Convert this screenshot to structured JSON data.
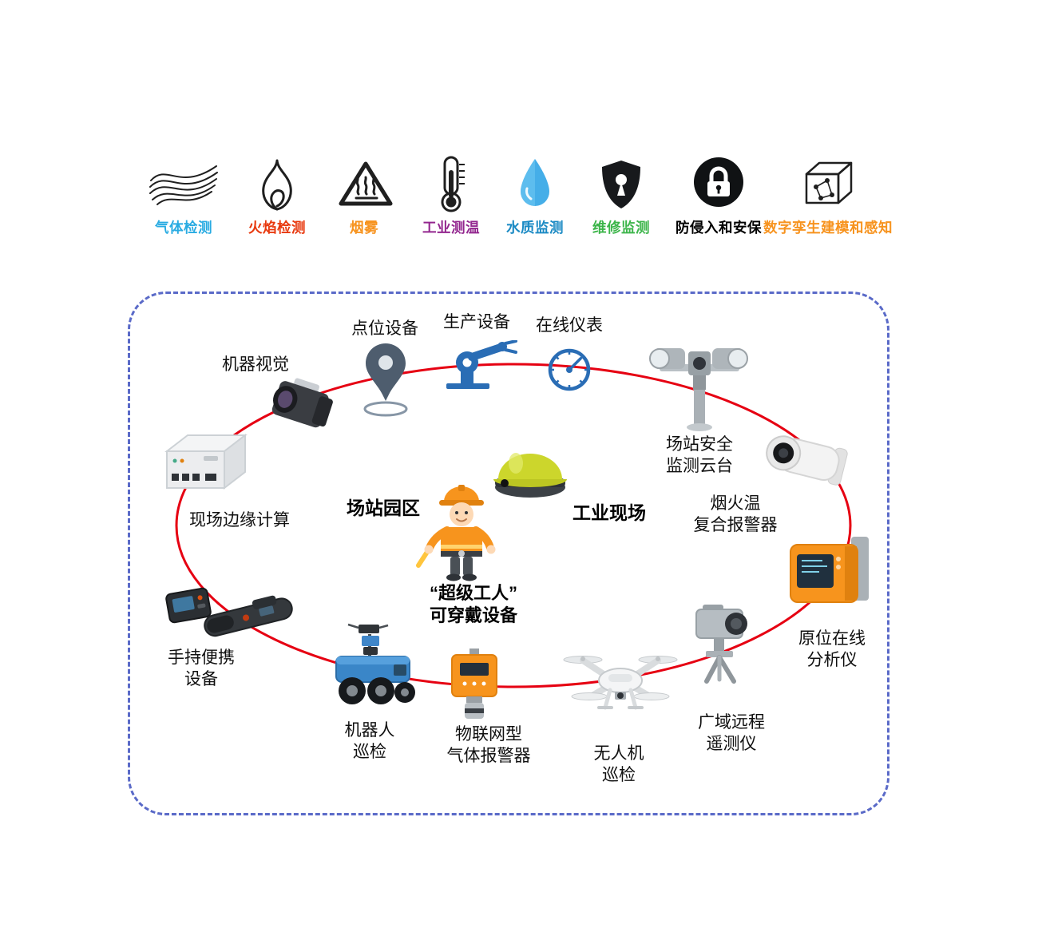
{
  "colors": {
    "background": "#ffffff",
    "frame_dash": "#5a6ac8",
    "ellipse_stroke": "#e60012",
    "legend_gas": "#29abe2",
    "legend_flame": "#e8380d",
    "legend_smoke": "#f7931e",
    "legend_temp": "#93278f",
    "legend_water": "#1b8ac4",
    "legend_maintenance": "#3cb54a",
    "legend_security": "#000000",
    "legend_digital_twin": "#f7931e"
  },
  "legend": {
    "items": [
      {
        "label": "气体检测",
        "icon": "gas-waves-icon",
        "color": "#29abe2"
      },
      {
        "label": "火焰检测",
        "icon": "flame-icon",
        "color": "#e8380d"
      },
      {
        "label": "烟雾",
        "icon": "smoke-triangle-icon",
        "color": "#f7931e"
      },
      {
        "label": "工业测温",
        "icon": "thermometer-icon",
        "color": "#93278f"
      },
      {
        "label": "水质监测",
        "icon": "water-drop-icon",
        "color": "#1b8ac4"
      },
      {
        "label": "维修监测",
        "icon": "shield-keyhole-icon",
        "color": "#3cb54a"
      },
      {
        "label": "防侵入和安保",
        "icon": "lock-circle-icon",
        "color": "#000000"
      },
      {
        "label": "数字孪生建模和感知",
        "icon": "digital-twin-cube-icon",
        "color": "#f7931e"
      }
    ]
  },
  "diagram": {
    "zones": {
      "station_campus": "场站园区",
      "industrial_site": "工业现场"
    },
    "wearable": {
      "line1": "“超级工人”",
      "line2": "可穿戴设备"
    },
    "nodes": {
      "machine_vision": {
        "label": "机器视觉"
      },
      "point_device": {
        "label": "点位设备"
      },
      "production_equipment": {
        "label": "生产设备"
      },
      "online_instrument": {
        "label": "在线仪表"
      },
      "station_ptz": {
        "line1": "场站安全",
        "line2": "监测云台"
      },
      "fire_smoke_temp_alarm": {
        "line1": "烟火温",
        "line2": "复合报警器"
      },
      "insitu_analyzer": {
        "line1": "原位在线",
        "line2": "分析仪"
      },
      "wide_area_telemetry": {
        "line1": "广域远程",
        "line2": "遥测仪"
      },
      "drone_inspection": {
        "line1": "无人机",
        "line2": "巡检"
      },
      "iot_gas_alarm": {
        "line1": "物联网型",
        "line2": "气体报警器"
      },
      "robot_inspection": {
        "line1": "机器人",
        "line2": "巡检"
      },
      "handheld_device": {
        "line1": "手持便携",
        "line2": "设备"
      },
      "edge_computing": {
        "label": "现场边缘计算"
      }
    }
  }
}
